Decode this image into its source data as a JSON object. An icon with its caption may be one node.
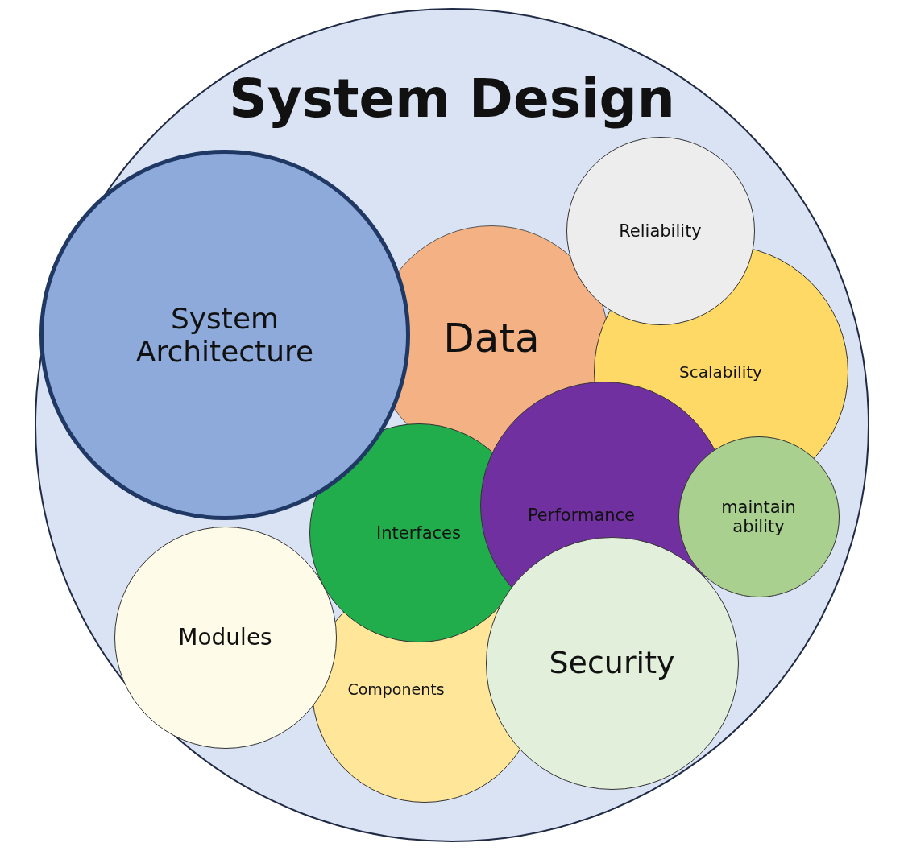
{
  "diagram": {
    "nodes": [
      {
        "text": [
          "System Design"
        ]
      },
      {
        "text": [
          "Reliability"
        ],
        "in": 0
      },
      {
        "text": [
          "System Architecture"
        ],
        "in": 0
      },
      {
        "text": [
          "Data"
        ],
        "in": 0
      },
      {
        "text": [
          "Scalability"
        ],
        "in": 0
      },
      {
        "text": [
          "Interfaces"
        ],
        "in": 0
      },
      {
        "text": [
          "Performance"
        ],
        "in": 0
      },
      {
        "text": [
          "maintain ability"
        ],
        "in": 0
      },
      {
        "text": [
          "Modules"
        ],
        "in": 0
      },
      {
        "text": [
          "Security"
        ],
        "in": 0
      },
      {
        "text": [
          "Components"
        ],
        "in": 0
      }
    ]
  }
}
